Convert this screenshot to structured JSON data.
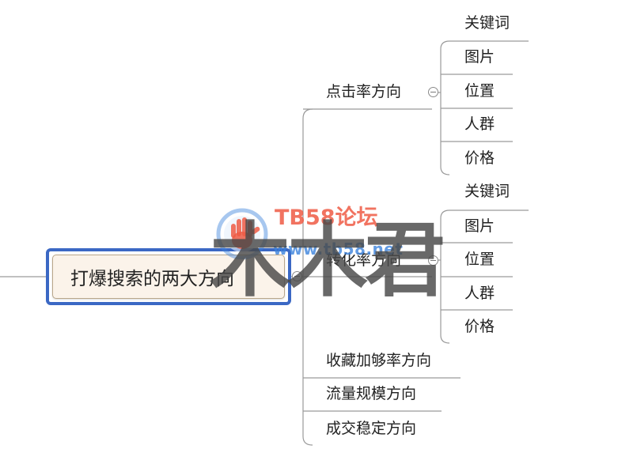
{
  "root": {
    "label": "打爆搜索的两大方向"
  },
  "branches": {
    "ctr": {
      "label": "点击率方向",
      "children": [
        "关键词",
        "图片",
        "位置",
        "人群",
        "价格"
      ]
    },
    "cvr": {
      "label": "转化率方向",
      "children": [
        "关键词",
        "图片",
        "位置",
        "人群",
        "价格"
      ]
    },
    "favorite": {
      "label": "收藏加够率方向"
    },
    "traffic": {
      "label": "流量规模方向"
    },
    "stable": {
      "label": "成交稳定方向"
    }
  },
  "watermark": {
    "site_name": "TB58论坛",
    "site_url": "www.tb58.net",
    "author": "木木君",
    "logo_icon": "hand-logo-icon"
  },
  "colors": {
    "root_border": "#3b68c4",
    "root_fill": "#fbf3ea",
    "connector": "#9a9a9a",
    "watermark_title": "#ef5b44",
    "watermark_url": "#3b82dc",
    "watermark_author": "#484848"
  }
}
